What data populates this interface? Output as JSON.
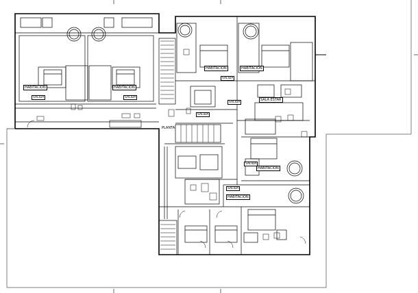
{
  "labels": {
    "habitacion": "HABITACIÓN",
    "salida": "SALIDA",
    "sala_estar": "SALA ESTAR",
    "planta": "PLANTA"
  }
}
